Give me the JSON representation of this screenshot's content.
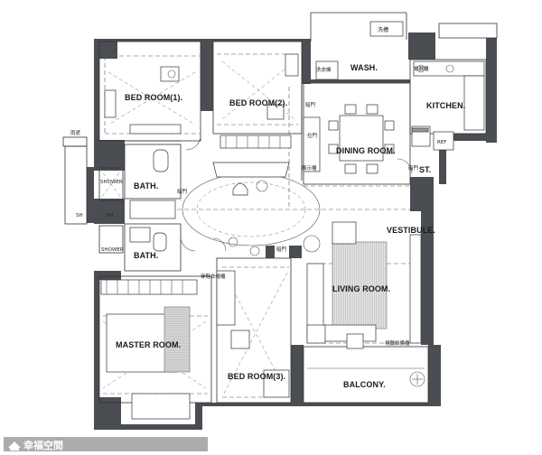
{
  "rooms": {
    "bedroom1": "BED ROOM(1).",
    "bedroom2": "BED ROOM(2).",
    "bedroom3": "BED ROOM(3).",
    "master": "MASTER ROOM.",
    "dining": "DINING ROOM.",
    "kitchen": "KITCHEN.",
    "living": "LIVING ROOM.",
    "balcony": "BALCONY.",
    "vestibule": "VESTIBULE.",
    "wash": "WASH.",
    "bath1": "BATH.",
    "bath2": "BATH.",
    "st": "ST."
  },
  "fixtures": {
    "sink": "洗槽",
    "washer": "洗衣機",
    "fridge_space": "電器櫃",
    "ref": "REF",
    "shower1": "SHOWER",
    "shower2": "SHOWER",
    "sh1": "SH",
    "sh2": "SH",
    "door_a": "暗門",
    "door_b": "暗門",
    "door_c": "暗門",
    "door_d": "暗門",
    "partition": "拉門",
    "cabinet": "展示櫃",
    "wardrobe": "穿鞋衣帽櫃",
    "tv_cabinet": "視聽設備櫃",
    "awning": "雨遮"
  },
  "watermark": {
    "brand": "幸福空間"
  }
}
